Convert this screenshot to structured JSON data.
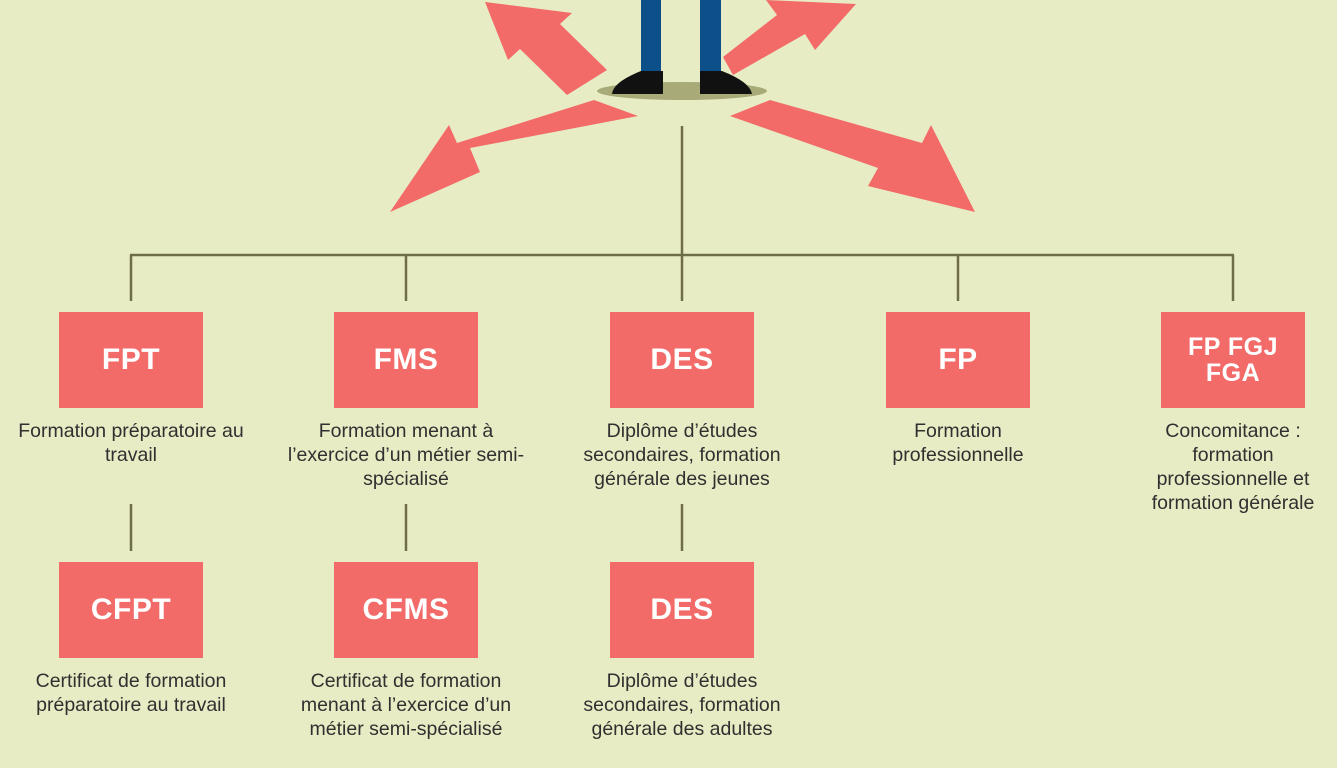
{
  "colors": {
    "background": "#e8ecc4",
    "box": "#f26b69",
    "arrow": "#f26b69",
    "connector": "#6e6e46",
    "shadow": "#a8ab78",
    "pants": "#0c4f89",
    "shoes": "#111111"
  },
  "nodes": {
    "fpt": {
      "label": "FPT",
      "description": "Formation préparatoire au travail"
    },
    "fms": {
      "label": "FMS",
      "description": "Formation menant à l’exercice d’un métier semi-spécialisé"
    },
    "des": {
      "label": "DES",
      "description": "Diplôme d’études secondaires, formation générale des jeunes"
    },
    "fp": {
      "label": "FP",
      "description": "Formation professionnelle"
    },
    "fpfgj": {
      "label_line1": "FP FGJ",
      "label_line2": "FGA",
      "description": "Concomitance : formation professionnelle et formation générale"
    },
    "cfpt": {
      "label": "CFPT",
      "description": "Certificat de formation préparatoire au travail"
    },
    "cfms": {
      "label": "CFMS",
      "description": "Certificat de formation menant à l’exercice d’un métier semi-spécialisé"
    },
    "des2": {
      "label": "DES",
      "description": "Diplôme d’études secondaires, formation générale des adultes"
    }
  }
}
